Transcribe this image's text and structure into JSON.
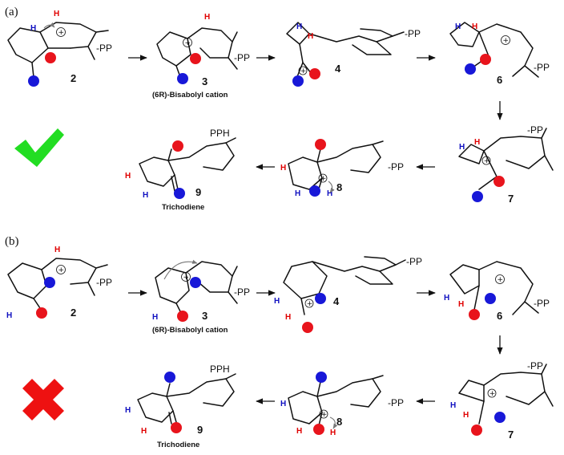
{
  "panels": {
    "a": {
      "label": "(a)",
      "verdict": "check"
    },
    "b": {
      "label": "(b)",
      "verdict": "cross"
    }
  },
  "compounds": {
    "c2": "2",
    "c3": "3",
    "c4": "4",
    "c6": "6",
    "c7": "7",
    "c8": "8",
    "c9": "9"
  },
  "captions": {
    "bisabolyl": "(6R)-Bisabolyl cation",
    "trichodiene": "Trichodiene"
  },
  "groups": {
    "pp": "-PP",
    "pph": "PPH",
    "h": "H"
  },
  "colors": {
    "red_atom": "#e8141c",
    "blue_atom": "#1818d8",
    "check": "#22dd22",
    "cross": "#ee1111"
  }
}
